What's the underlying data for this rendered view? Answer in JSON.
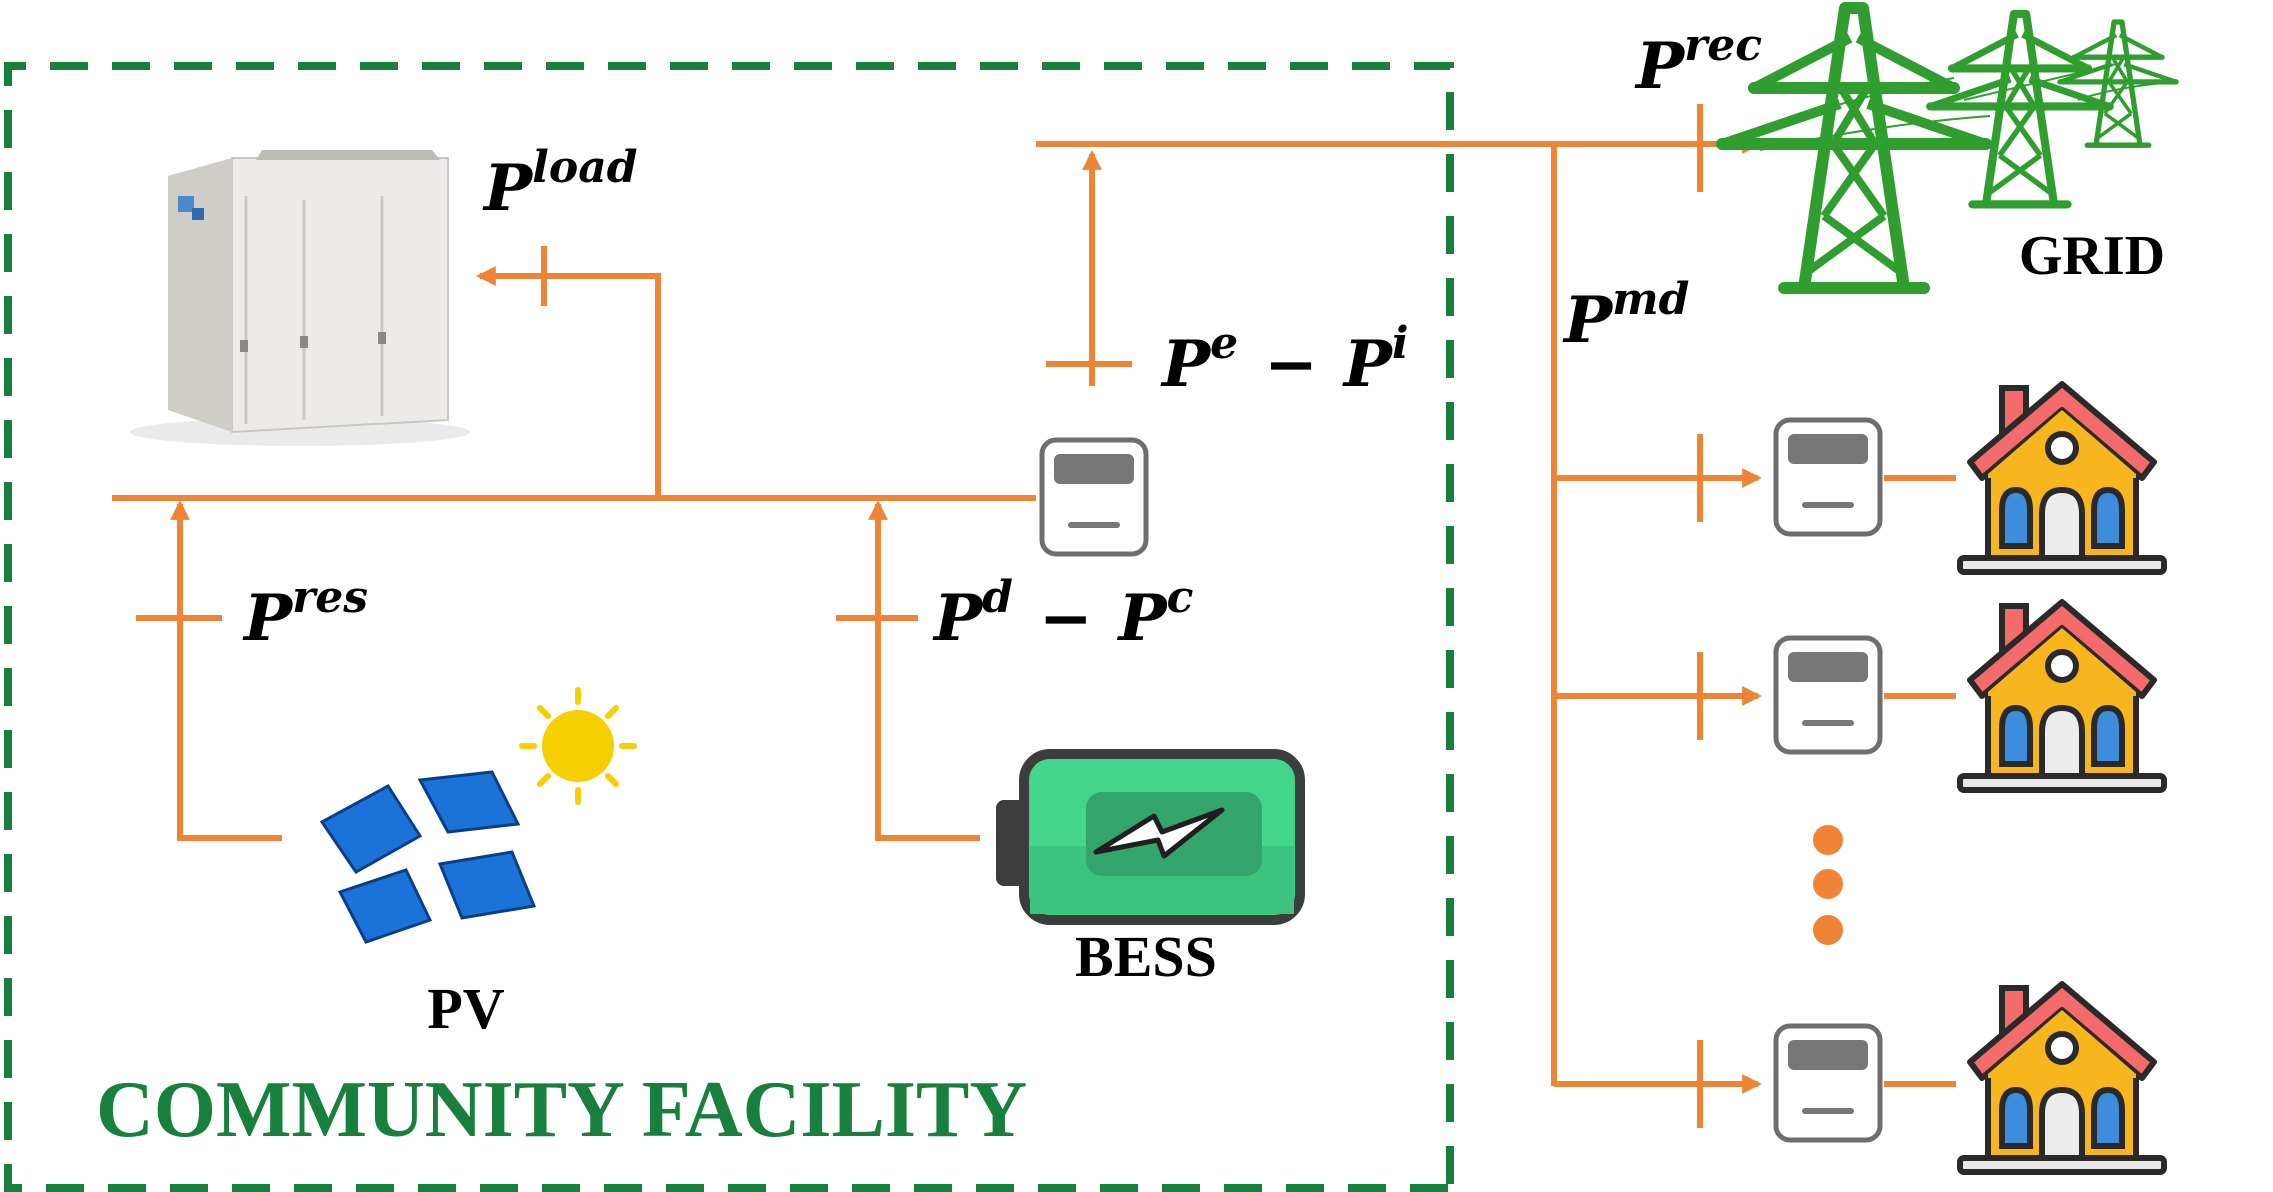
{
  "boundary": {
    "title": "COMMUNITY FACILITY"
  },
  "components": {
    "pv": {
      "label": "PV"
    },
    "bess": {
      "label": "BESS"
    },
    "grid": {
      "label": "GRID"
    }
  },
  "flows": {
    "load": {
      "base": "P",
      "sup": "load"
    },
    "rec": {
      "base": "P",
      "sup": "rec"
    },
    "md": {
      "base": "P",
      "sup": "md"
    },
    "res": {
      "base": "P",
      "sup": "res"
    },
    "exchange": {
      "base_a": "P",
      "sup_a": "e",
      "op": "−",
      "base_b": "P",
      "sup_b": "i"
    },
    "storage": {
      "base_a": "P",
      "sup_a": "d",
      "op": "−",
      "base_b": "P",
      "sup_b": "c"
    }
  },
  "colors": {
    "line": "#ef8436",
    "boundary": "#17803c",
    "tower": "#2f9e2f",
    "battery": "#43d68b",
    "panel": "#1a73d9",
    "sun": "#f5cf00",
    "house_wall": "#f7b51e",
    "house_roof": "#f36b6b",
    "house_window": "#3d8ddc",
    "meter": "#6e6e6e"
  },
  "icons": [
    "hvac-unit-icon",
    "solar-panel-icon",
    "sun-icon",
    "battery-icon",
    "lightning-icon",
    "transmission-tower-icon",
    "smart-meter-icon",
    "house-icon"
  ]
}
